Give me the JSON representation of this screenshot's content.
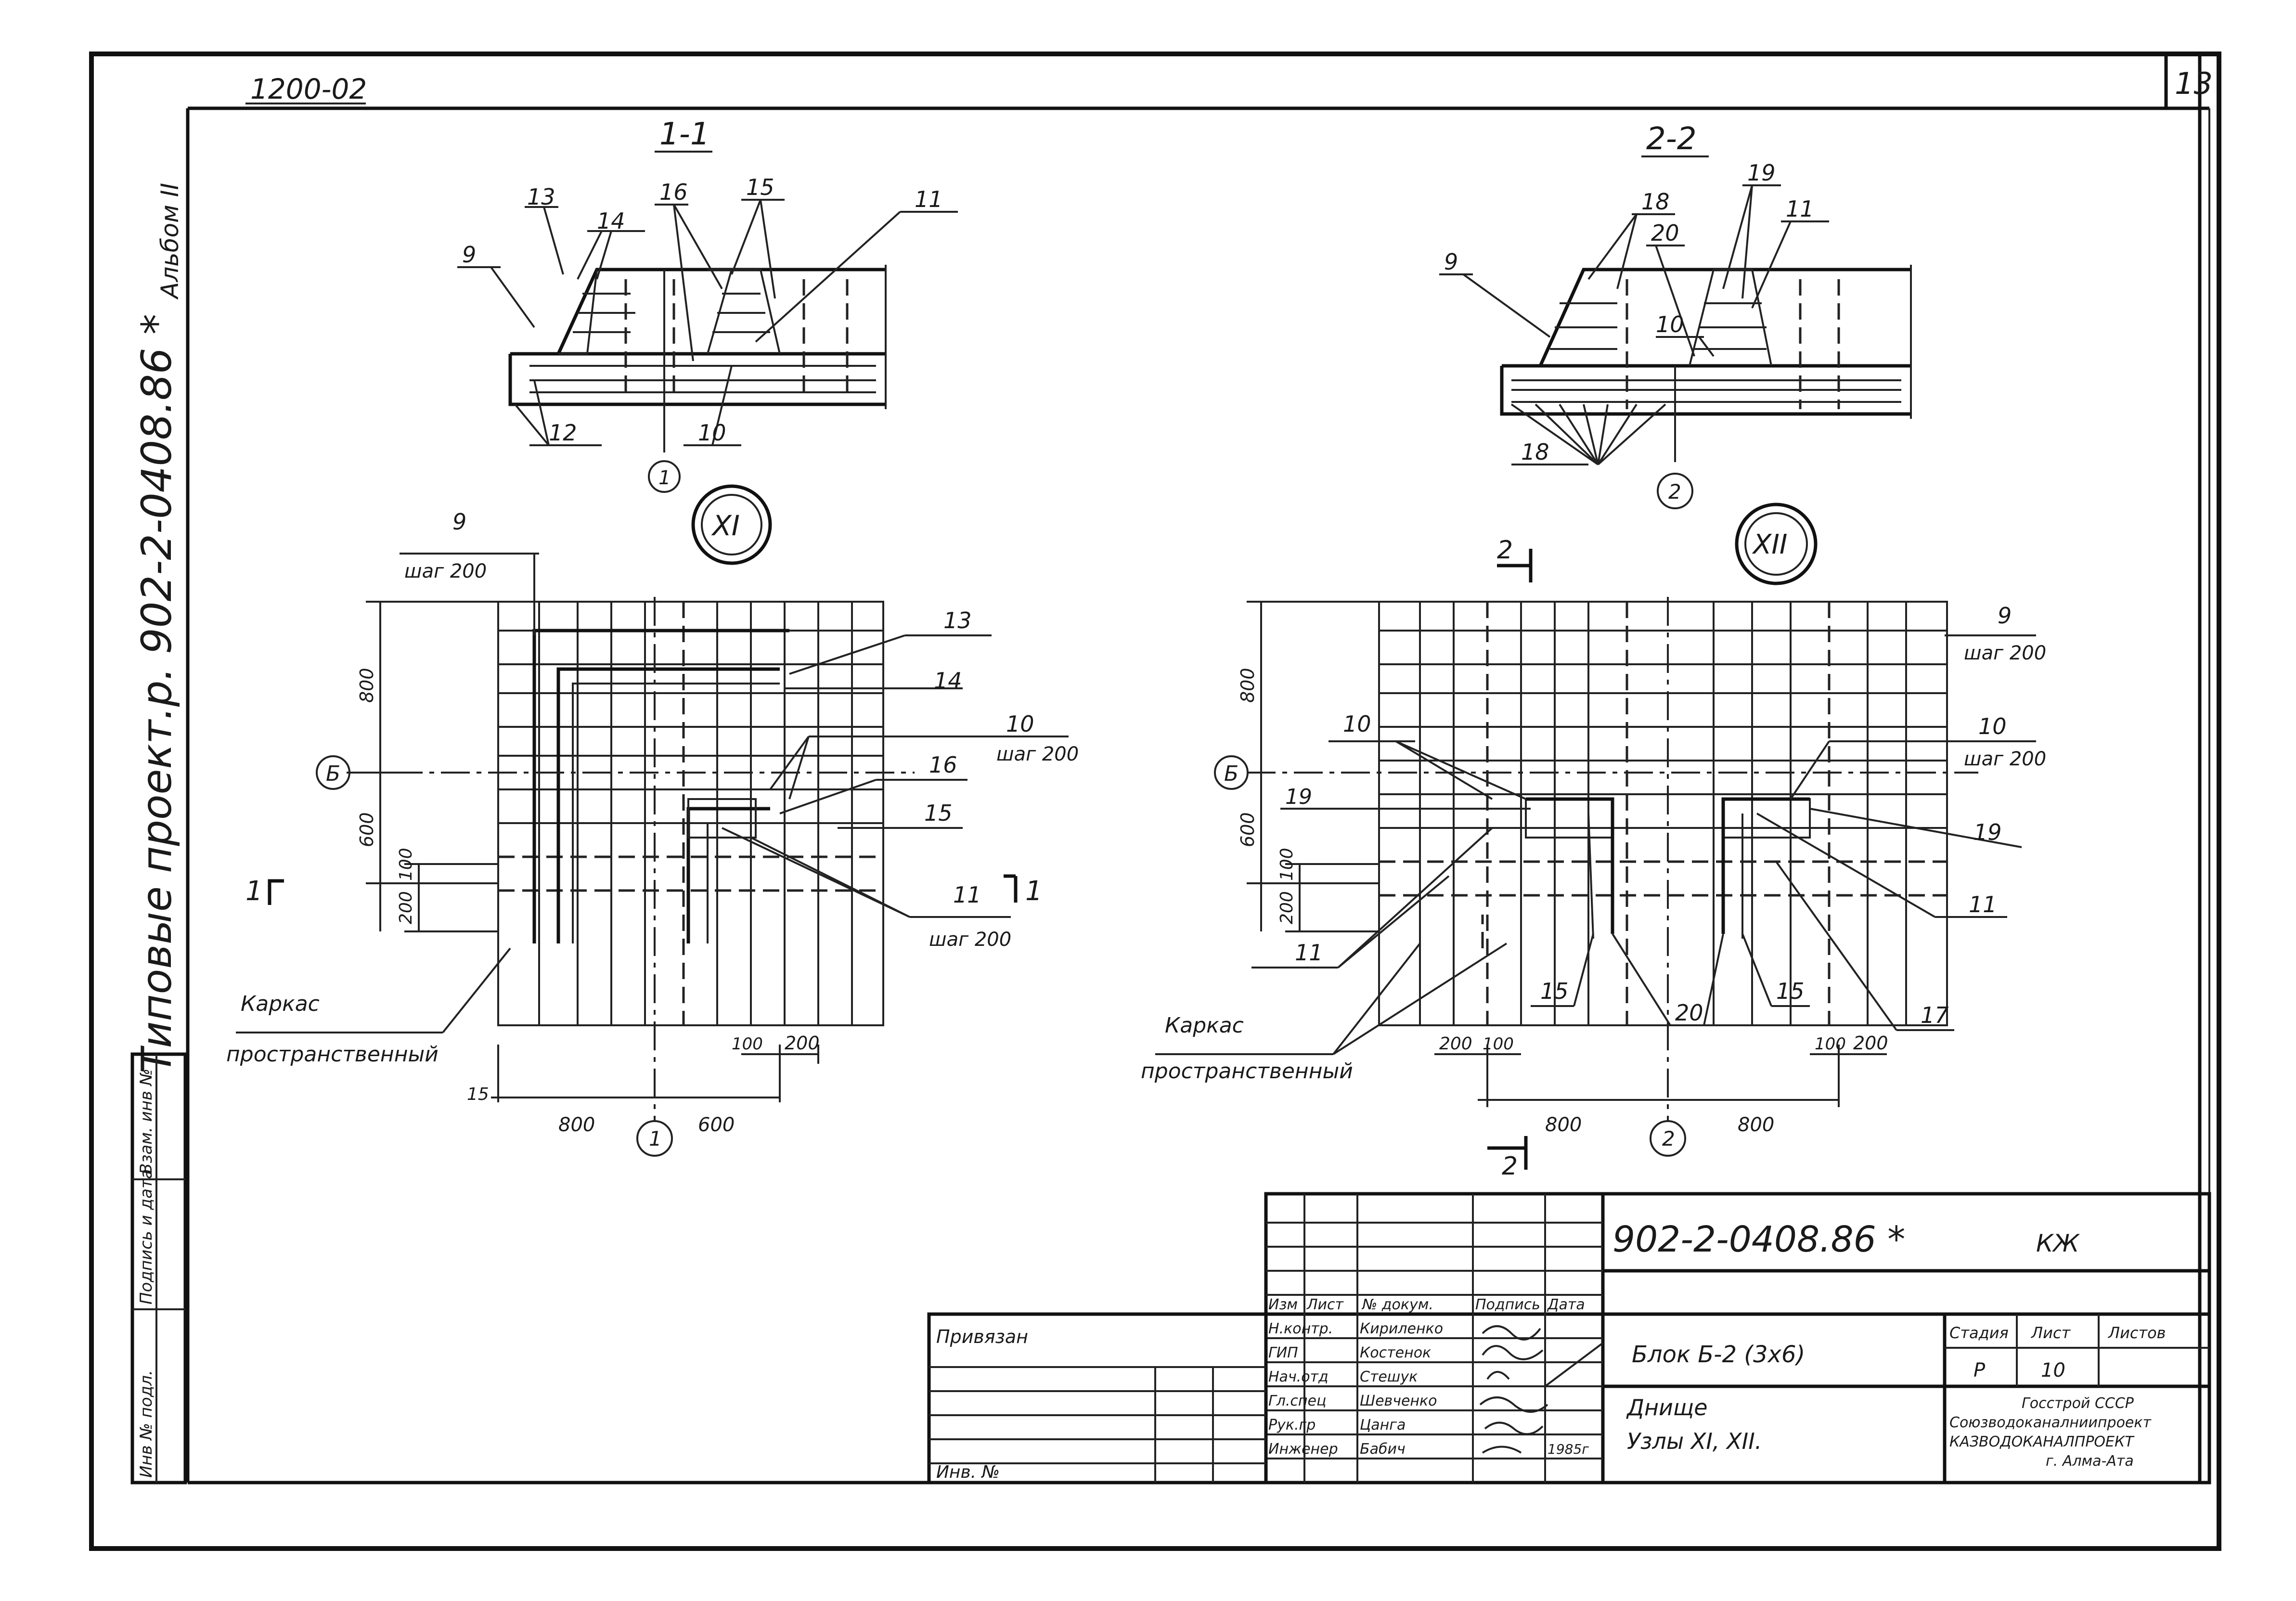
{
  "header": {
    "code": "1200-02",
    "sheet_number": "13"
  },
  "side": {
    "album": "Альбом II",
    "project": "Типовые проект.р. 902-2-0408.86 *",
    "stamp_cells": [
      "Инв № подл.",
      "Подпись и дата",
      "Взам. инв №"
    ]
  },
  "section1": {
    "title": "1-1",
    "callouts": [
      "13",
      "14",
      "16",
      "15",
      "11",
      "9",
      "12",
      "10"
    ],
    "axis": "1",
    "node": "XI"
  },
  "section2": {
    "title": "2-2",
    "callouts": [
      "18",
      "19",
      "20",
      "11",
      "9",
      "10",
      "18"
    ],
    "axis": "2",
    "node": "XII"
  },
  "plan1": {
    "labels": {
      "bar9": "9",
      "step9": "шаг 200",
      "bar13": "13",
      "bar14": "14",
      "bar10": "10",
      "step10": "шаг 200",
      "bar16": "16",
      "bar15": "15",
      "bar11": "11",
      "step11": "шаг 200"
    },
    "dims": {
      "d800": "800",
      "d600": "600",
      "d100": "100",
      "d200": "200",
      "d15": "15",
      "b800": "800",
      "b600": "600",
      "b100": "100",
      "b200": "200"
    },
    "axis_b": "Б",
    "axis_1": "1",
    "cut": "1",
    "cut_r": "1",
    "frame_1": "Каркас",
    "frame_2": "пространственный"
  },
  "plan2": {
    "labels": {
      "bar9": "9",
      "step9": "шаг 200",
      "bar10l": "10",
      "bar10r": "10",
      "step10r": "шаг 200",
      "bar19l": "19",
      "bar19r": "19",
      "bar11l": "11",
      "bar11r": "11",
      "bar15l": "15",
      "bar15r": "15",
      "bar20": "20",
      "bar17": "17"
    },
    "dims": {
      "d800": "800",
      "d600": "600",
      "d100": "100",
      "d200": "200",
      "b200": "200",
      "b100": "100",
      "b800l": "800",
      "b800r": "800",
      "b100r": "100",
      "b200r": "200"
    },
    "axis_b": "Б",
    "axis_2": "2",
    "cut_top": "2",
    "cut_bottom": "2",
    "frame_1": "Каркас",
    "frame_2": "пространственный"
  },
  "titleblock": {
    "doc_code": "902-2-0408.86 *",
    "mark": "КЖ",
    "privyazan": "Привязан",
    "inv": "Инв. №",
    "head": [
      "Изм",
      "Лист",
      "№ докум.",
      "Подпись",
      "Дата"
    ],
    "rows": [
      {
        "role": "Н.контр.",
        "name": "Кириленко"
      },
      {
        "role": "ГИП",
        "name": "Костенок"
      },
      {
        "role": "Нач.отд",
        "name": "Стешук"
      },
      {
        "role": "Гл.спец",
        "name": "Шевченко"
      },
      {
        "role": "Рук.гр",
        "name": "Цанга"
      },
      {
        "role": "Инженер",
        "name": "Бабич"
      }
    ],
    "year": "1985г",
    "title1": "Блок Б-2 (3х6)",
    "title2": "Днище",
    "title3": "Узлы XI, XII.",
    "stage_h": "Стадия",
    "sheet_h": "Лист",
    "sheets_h": "Листов",
    "stage": "Р",
    "sheet": "10",
    "org1": "Госстрой СССР",
    "org2": "Союзводоканалниипроект",
    "org3": "КАЗВОДОКАНАЛПРОЕКТ",
    "org4": "г. Алма-Ата"
  }
}
